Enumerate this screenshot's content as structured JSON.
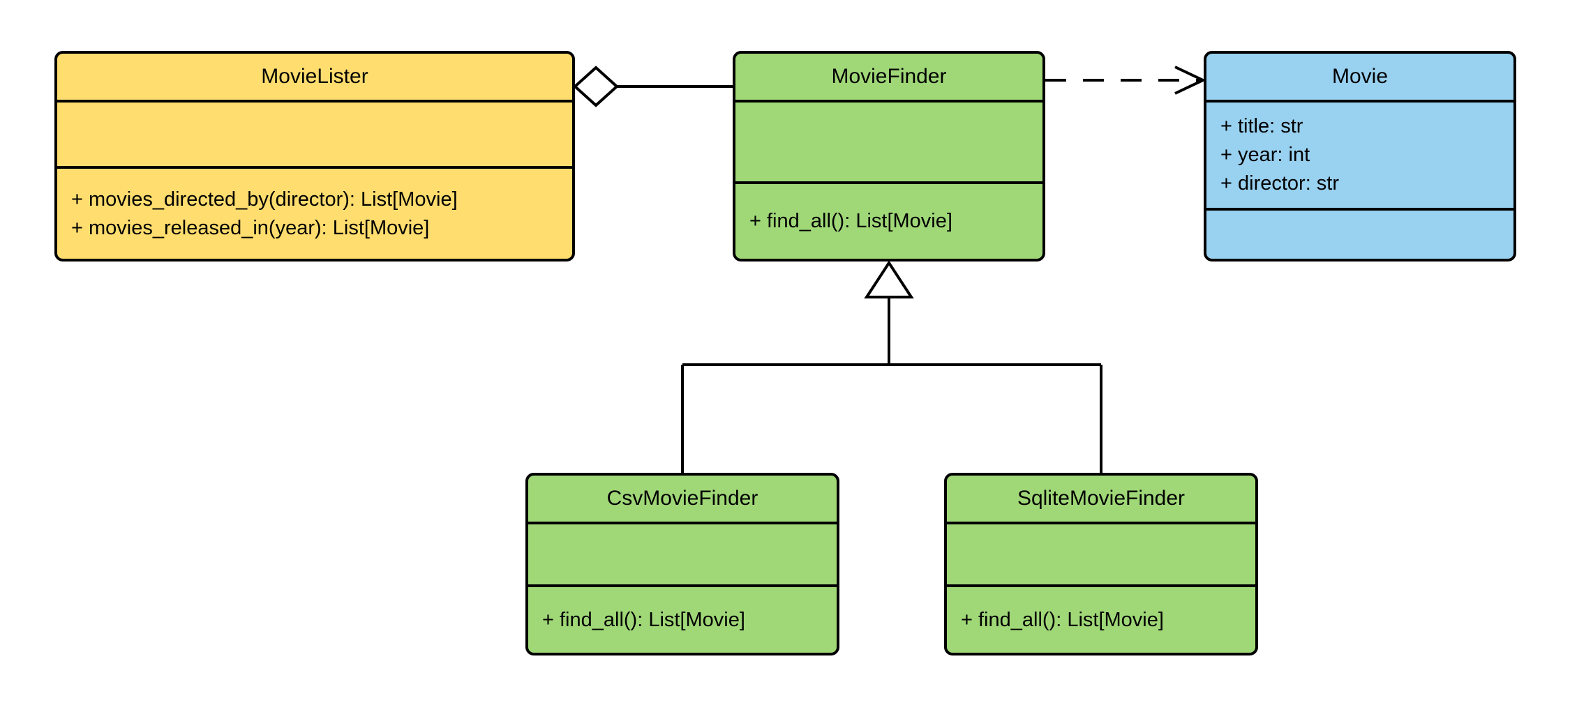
{
  "diagram": {
    "type": "uml-class-diagram",
    "background_color": "#ffffff",
    "line_color": "#000000",
    "classes": [
      {
        "name": "MovieLister",
        "fill": "#FFDD6E",
        "attributes": [],
        "methods": [
          "+ movies_directed_by(director): List[Movie]",
          "+ movies_released_in(year): List[Movie]"
        ]
      },
      {
        "name": "MovieFinder",
        "fill": "#A0D878",
        "attributes": [],
        "methods": [
          "+ find_all(): List[Movie]"
        ]
      },
      {
        "name": "Movie",
        "fill": "#99D1F0",
        "attributes": [
          "+ title: str",
          "+ year: int",
          "+ director: str"
        ],
        "methods": []
      },
      {
        "name": "CsvMovieFinder",
        "fill": "#A0D878",
        "attributes": [],
        "methods": [
          "+ find_all(): List[Movie]"
        ]
      },
      {
        "name": "SqliteMovieFinder",
        "fill": "#A0D878",
        "attributes": [],
        "methods": [
          "+ find_all(): List[Movie]"
        ]
      }
    ],
    "relationships": [
      {
        "type": "aggregation",
        "from": "MovieLister",
        "to": "MovieFinder"
      },
      {
        "type": "dependency",
        "from": "MovieFinder",
        "to": "Movie",
        "style": "dashed-open-arrow"
      },
      {
        "type": "generalization",
        "from": "CsvMovieFinder",
        "to": "MovieFinder"
      },
      {
        "type": "generalization",
        "from": "SqliteMovieFinder",
        "to": "MovieFinder"
      }
    ]
  }
}
